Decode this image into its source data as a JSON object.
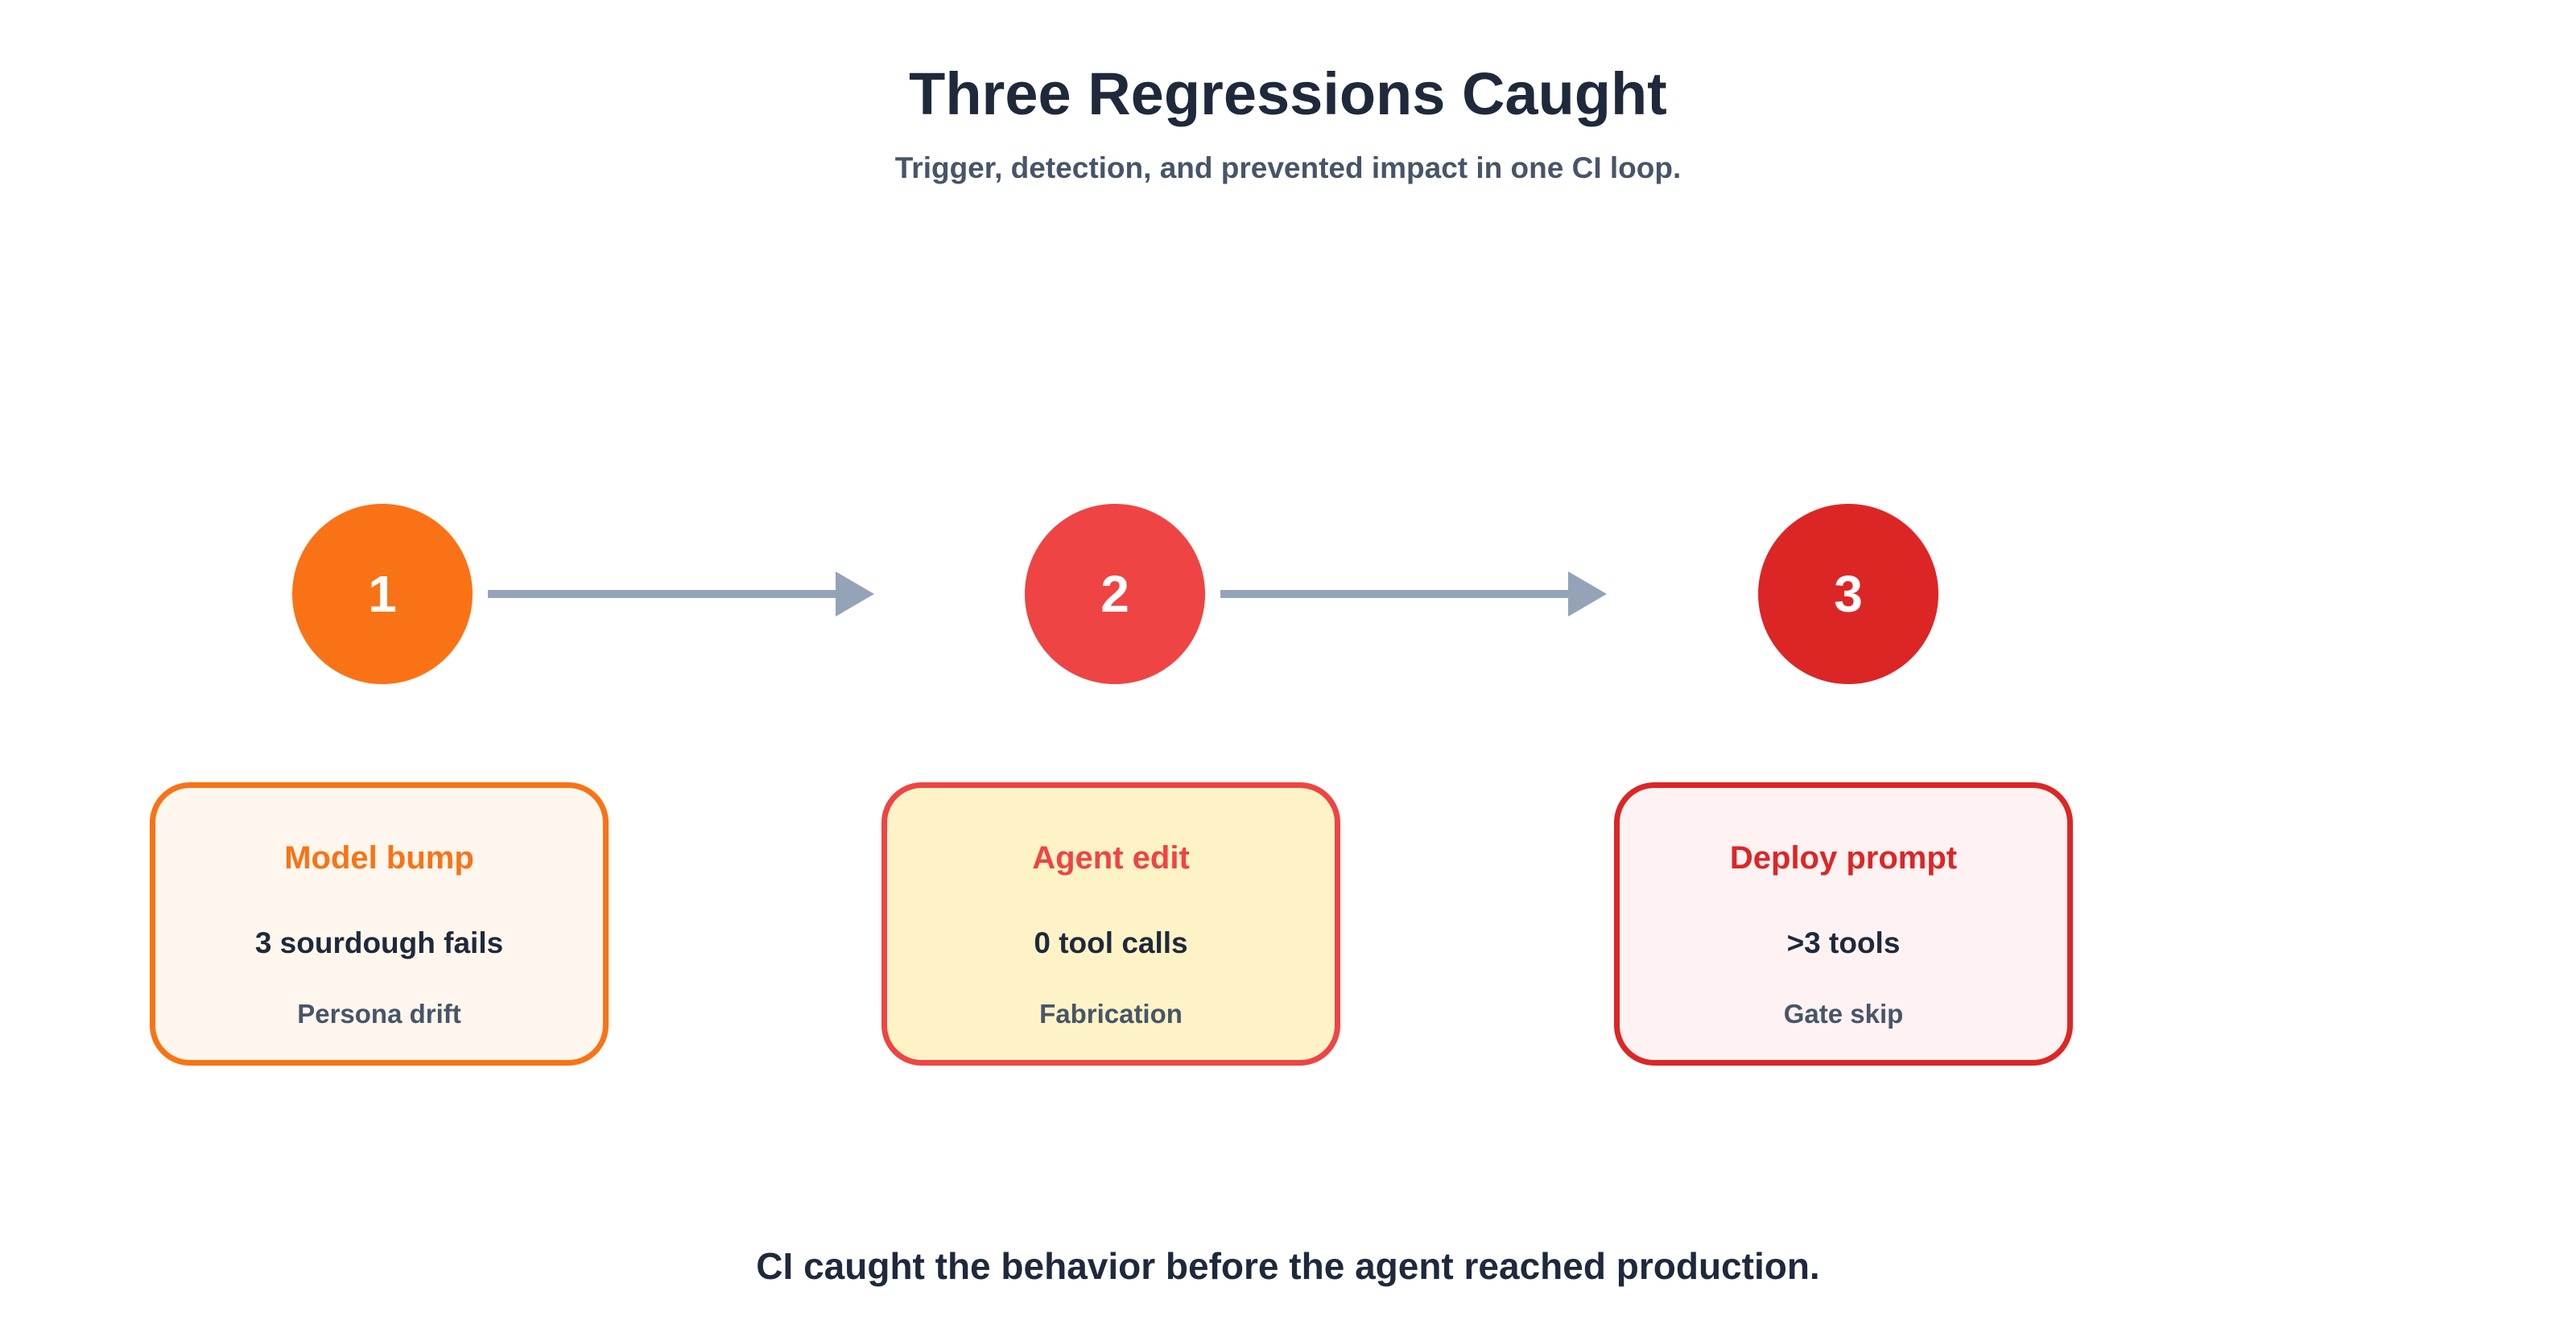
{
  "title": "Three Regressions Caught",
  "subtitle": "Trigger, detection, and prevented impact in one CI loop.",
  "colors": {
    "step1": "#f97316",
    "step2": "#ef4444",
    "step3": "#dc2626",
    "arrow": "#94a3b8",
    "text_dark": "#1e293b",
    "text_muted": "#475569"
  },
  "steps": [
    {
      "number": "1",
      "title": "Model bump",
      "metric": "3 sourdough fails",
      "tag": "Persona drift"
    },
    {
      "number": "2",
      "title": "Agent edit",
      "metric": "0 tool calls",
      "tag": "Fabrication"
    },
    {
      "number": "3",
      "title": "Deploy prompt",
      "metric": ">3 tools",
      "tag": "Gate skip"
    }
  ],
  "footer": "CI caught the behavior before the agent reached production."
}
